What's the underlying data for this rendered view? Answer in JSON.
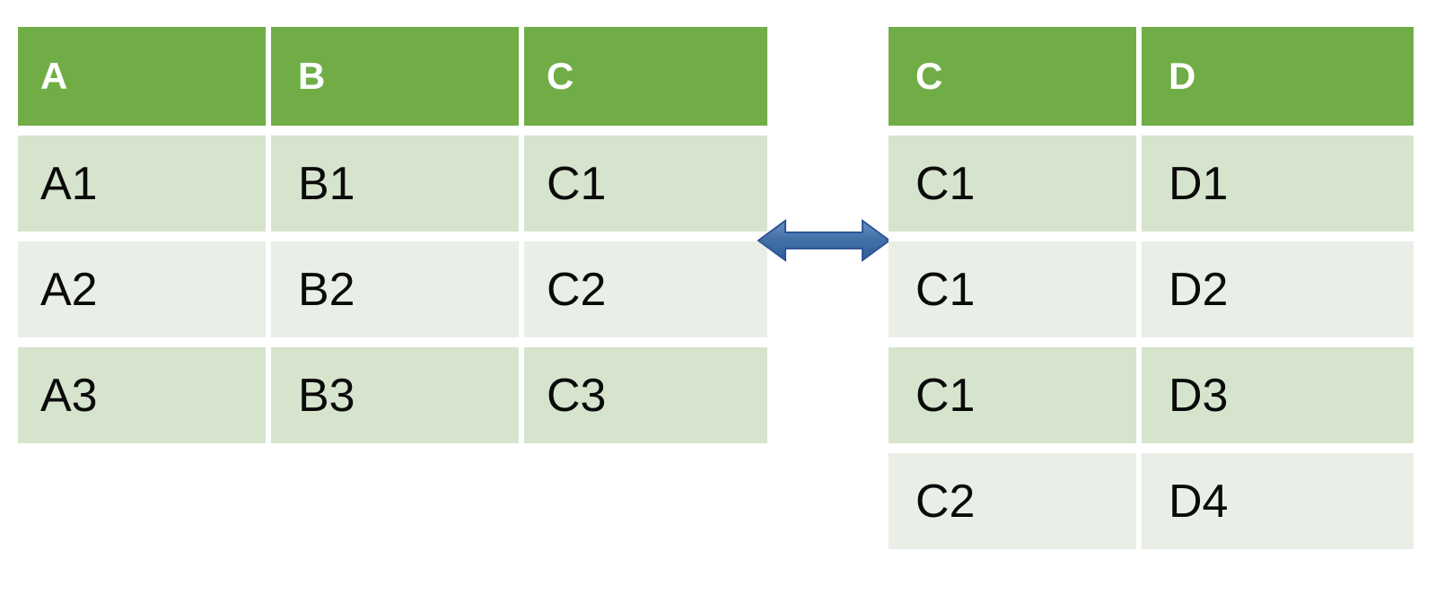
{
  "slide": {
    "background_color": "#FFFFFF",
    "header_color": "#70AD47",
    "band_color_a": "#D6E4CD",
    "band_color_b": "#E9EFE6",
    "arrow_color": "#4472A8",
    "arrow_border_color": "#2F5597",
    "header_text_color": "#FFFFFF",
    "cell_text_color": "#0A0A0A"
  },
  "left_table": {
    "name": "left-table",
    "headers": [
      "A",
      "B",
      "C"
    ],
    "rows": [
      [
        "A1",
        "B1",
        "C1"
      ],
      [
        "A2",
        "B2",
        "C2"
      ],
      [
        "A3",
        "B3",
        "C3"
      ]
    ]
  },
  "right_table": {
    "name": "right-table",
    "headers": [
      "C",
      "D"
    ],
    "rows": [
      [
        "C1",
        "D1"
      ],
      [
        "C1",
        "D2"
      ],
      [
        "C1",
        "D3"
      ],
      [
        "C2",
        "D4"
      ]
    ]
  },
  "connector": {
    "icon": "double-headed-arrow-icon",
    "direction": "left-right"
  }
}
